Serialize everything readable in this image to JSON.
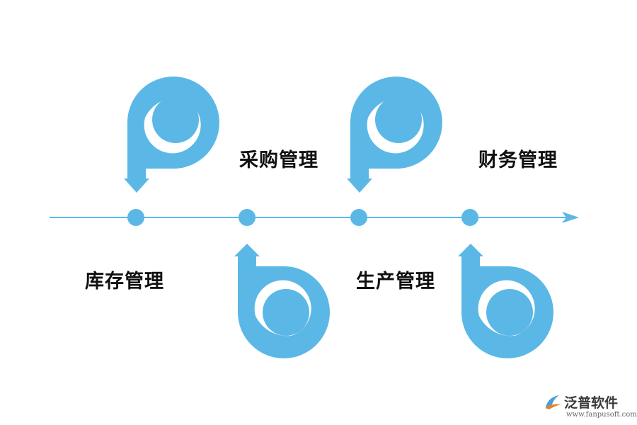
{
  "colors": {
    "accent": "#5bb8e6",
    "text": "#111111"
  },
  "steps": [
    {
      "label": "库存管理",
      "glyph": "p"
    },
    {
      "label": "采购管理",
      "glyph": "b"
    },
    {
      "label": "生产管理",
      "glyph": "p"
    },
    {
      "label": "财务管理",
      "glyph": "b"
    }
  ],
  "brand": {
    "name": "泛普软件",
    "url": "www.fanpusoft.com",
    "logo_icon": "fanpu-logo-icon"
  }
}
